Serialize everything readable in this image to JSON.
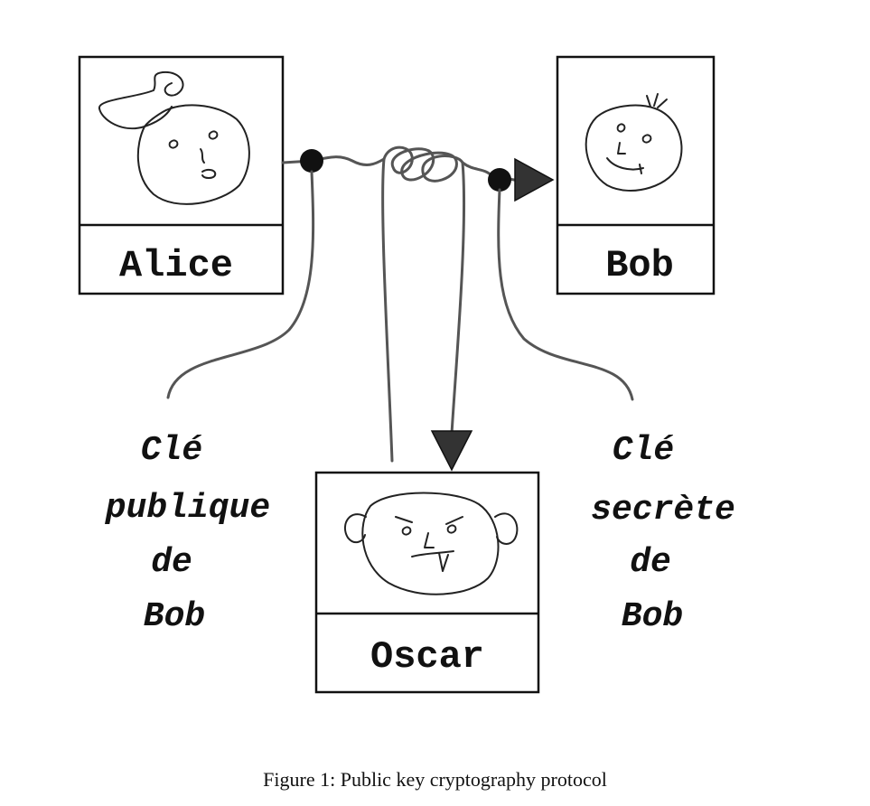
{
  "participants": {
    "alice": {
      "name": "Alice"
    },
    "bob": {
      "name": "Bob"
    },
    "oscar": {
      "name": "Oscar"
    }
  },
  "public_key_label": [
    "Clé",
    "publique",
    "de",
    "Bob"
  ],
  "secret_key_label": [
    "Clé",
    "secrète",
    "de",
    "Bob"
  ],
  "caption": "Figure 1: Public key cryptography protocol"
}
